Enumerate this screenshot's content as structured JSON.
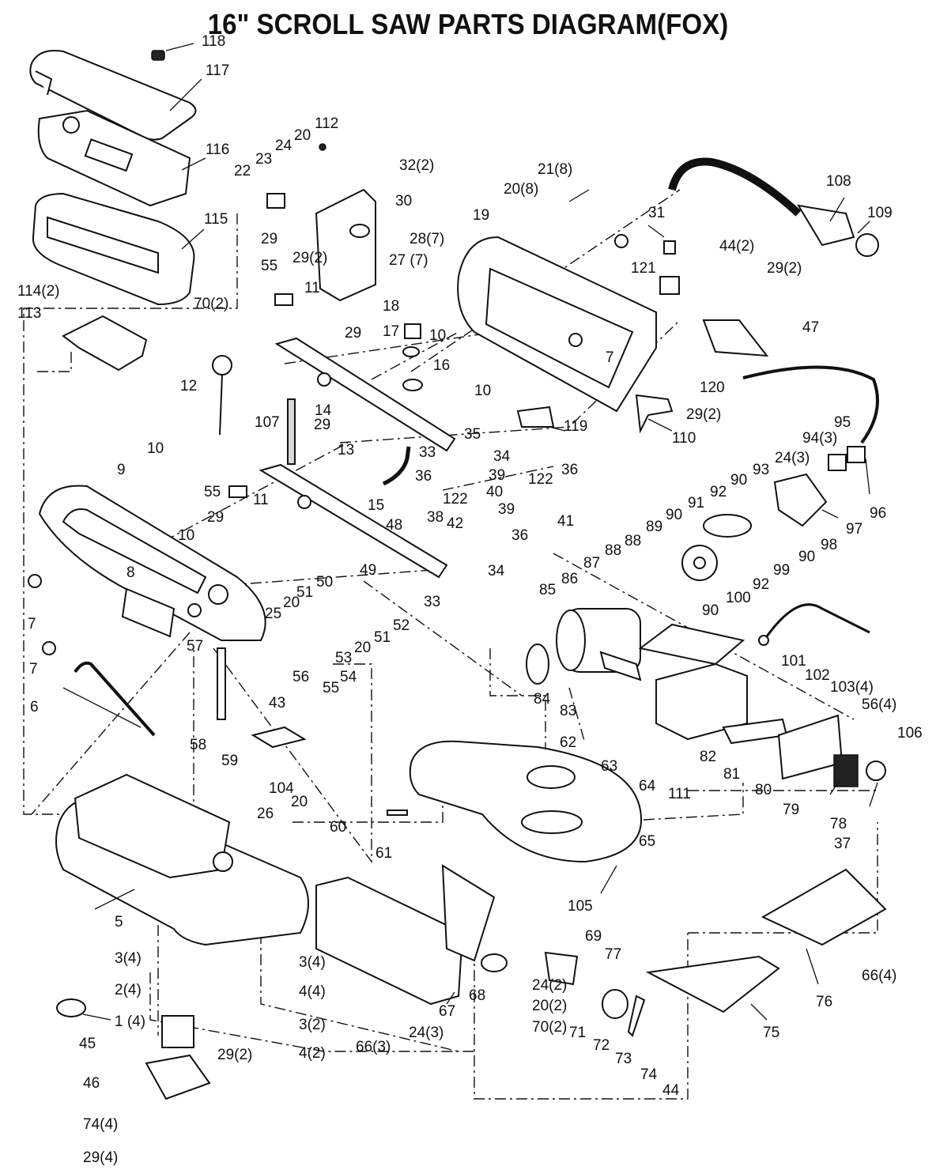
{
  "title": "16\" SCROLL SAW  PARTS DIAGRAM(FOX)",
  "callouts": {
    "c1": "1 (4)",
    "c2": "2(4)",
    "c3a": "3(4)",
    "c3b": "3(4)",
    "c3c": "3(2)",
    "c4a": "4(4)",
    "c4b": "4(2)",
    "c5": "5",
    "c6": "6",
    "c7a": "7",
    "c7b": "7",
    "c7c": "7",
    "c8": "8",
    "c9": "9",
    "c10a": "10",
    "c10b": "10",
    "c10c": "10",
    "c10d": "10",
    "c11a": "11",
    "c11b": "11",
    "c12": "12",
    "c13": "13",
    "c14": "14",
    "c15": "15",
    "c16": "16",
    "c17": "17",
    "c18": "18",
    "c19": "19",
    "c20a": "20",
    "c20b": "20",
    "c20c": "20",
    "c20d": "20",
    "c20e": "20(2)",
    "c20f": "20(8)",
    "c21": "21(8)",
    "c22": "22",
    "c23": "23",
    "c24a": "24",
    "c24b": "24(3)",
    "c24c": "24(3)",
    "c24d": "24(2)",
    "c25": "25",
    "c26": "26",
    "c27": "27 (7)",
    "c28": "28(7)",
    "c29a": "29",
    "c29b": "29",
    "c29c": "29",
    "c29d": "29",
    "c29e": "29(2)",
    "c29f": "29(2)",
    "c29g": "29(2)",
    "c29h": "29(2)",
    "c29i": "29(4)",
    "c30": "30",
    "c31": "31",
    "c32": "32(2)",
    "c33a": "33",
    "c33b": "33",
    "c34a": "34",
    "c34b": "34",
    "c35": "35",
    "c36a": "36",
    "c36b": "36",
    "c36c": "36",
    "c37": "37",
    "c38": "38",
    "c39a": "39",
    "c39b": "39",
    "c40": "40",
    "c41": "41",
    "c42": "42",
    "c43": "43",
    "c44a": "44(2)",
    "c44b": "44",
    "c45": "45",
    "c46": "46",
    "c47": "47",
    "c48": "48",
    "c49": "49",
    "c50": "50",
    "c51a": "51",
    "c51b": "51",
    "c52": "52",
    "c53": "53",
    "c54": "54",
    "c55a": "55",
    "c55b": "55",
    "c55c": "55",
    "c56a": "56",
    "c56b": "56(4)",
    "c57": "57",
    "c58": "58",
    "c59": "59",
    "c60": "60",
    "c61": "61",
    "c62": "62",
    "c63": "63",
    "c64": "64",
    "c65": "65",
    "c66a": "66(3)",
    "c66b": "66(4)",
    "c67": "67",
    "c68": "68",
    "c69": "69",
    "c70a": "70(2)",
    "c70b": "70(2)",
    "c71": "71",
    "c72": "72",
    "c73": "73",
    "c74a": "74",
    "c74b": "74(4)",
    "c75": "75",
    "c76": "76",
    "c77": "77",
    "c78": "78",
    "c79": "79",
    "c80": "80",
    "c81": "81",
    "c82": "82",
    "c83": "83",
    "c84": "84",
    "c85": "85",
    "c86": "86",
    "c87": "87",
    "c88a": "88",
    "c88b": "88",
    "c89": "89",
    "c90a": "90",
    "c90b": "90",
    "c90c": "90",
    "c90d": "90",
    "c91": "91",
    "c92a": "92",
    "c92b": "92",
    "c93": "93",
    "c94": "94(3)",
    "c95": "95",
    "c96": "96",
    "c97": "97",
    "c98": "98",
    "c99": "99",
    "c100": "100",
    "c101": "101",
    "c102": "102",
    "c103": "103(4)",
    "c104": "104",
    "c105": "105",
    "c106": "106",
    "c107": "107",
    "c108": "108",
    "c109": "109",
    "c110": "110",
    "c111": "111",
    "c112": "112",
    "c113": "113",
    "c114": "114(2)",
    "c115": "115",
    "c116": "116",
    "c117": "117",
    "c118": "118",
    "c119": "119",
    "c120": "120",
    "c121": "121",
    "c122a": "122",
    "c122b": "122"
  }
}
